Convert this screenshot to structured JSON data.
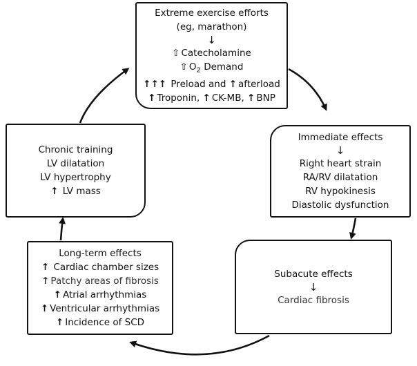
{
  "top_box": {
    "line1": "Extreme exercise efforts",
    "line2": "(eg, marathon)",
    "arrow": "↓",
    "line3_text": "Catecholamine",
    "line4_pre": "O",
    "line4_sub": "2",
    "line4_text": "Demand",
    "line5_arrows": "↑↑↑",
    "line5_text": "Preload and",
    "line5_text2": "afterload",
    "line6_a": "Troponin,",
    "line6_b": "CK-MB,",
    "line6_c": "BNP"
  },
  "right_box": {
    "title": "Immediate effects",
    "arrow": "↓",
    "items": [
      "Right heart strain",
      "RA/RV dilatation",
      "RV hypokinesis",
      "Diastolic dysfunction"
    ]
  },
  "bottom_right_box": {
    "title": "Subacute effects",
    "arrow": "↓",
    "item": "Cardiac fibrosis"
  },
  "bottom_left_box": {
    "title": "Long-term effects",
    "items": [
      "Cardiac chamber sizes",
      "Patchy areas of fibrosis",
      "Atrial arrhythmias",
      "Ventricular arrhythmias",
      "Incidence of SCD"
    ]
  },
  "left_box": {
    "items": [
      "Chronic training",
      "LV dilatation",
      "LV hypertrophy"
    ],
    "last": "LV mass"
  },
  "glyphs": {
    "up": "↑",
    "up_outline": "⇧"
  }
}
